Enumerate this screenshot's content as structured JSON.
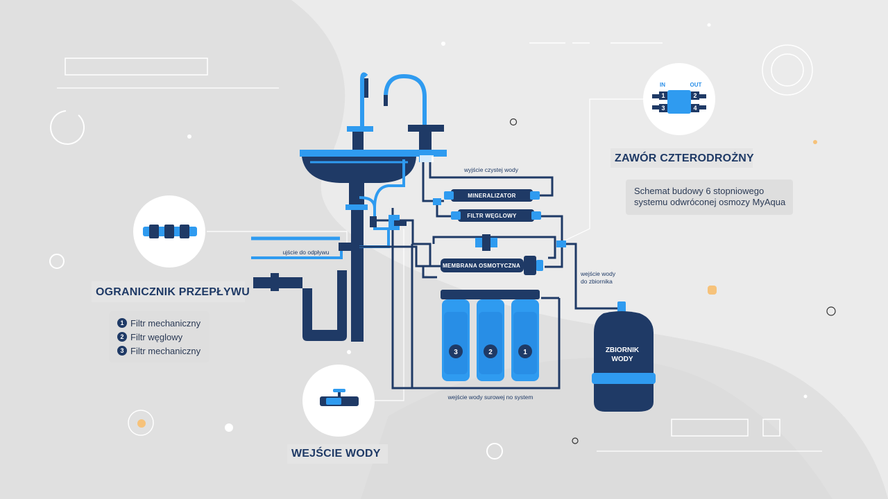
{
  "colors": {
    "background": "#ebebeb",
    "pipe_dark": "#1f3a66",
    "pipe_light": "#2f9bf0",
    "accent_orange": "#f6c27a"
  },
  "labels": {
    "clean_water_out": "wyjście czystej wody",
    "drain_outlet": "ujście do odpływu",
    "tank_inlet_line1": "wejście wody",
    "tank_inlet_line2": "do zbiornika",
    "raw_water_in": "wejście wody surowej no system"
  },
  "units": {
    "mineralizer": "MINERALIZATOR",
    "carbon_filter": "FILTR WĘGLOWY",
    "membrane": "MEMBRANA OSMOTYCZNA",
    "tank_line1": "ZBIORNIK",
    "tank_line2": "WODY"
  },
  "prefilters": [
    "3",
    "2",
    "1"
  ],
  "callouts": {
    "four_way_valve": {
      "title": "ZAWÓR CZTERODROŻNY",
      "in_label": "IN",
      "out_label": "OUT",
      "ports": [
        "1",
        "2",
        "3",
        "4"
      ]
    },
    "flow_limiter": {
      "title": "OGRANICZNIK PRZEPŁYWU",
      "legend": [
        {
          "num": "1",
          "text": "Filtr mechaniczny"
        },
        {
          "num": "2",
          "text": "Filtr węglowy"
        },
        {
          "num": "3",
          "text": "Filtr mechaniczny"
        }
      ]
    },
    "water_inlet": {
      "title": "WEJŚCIE WODY"
    }
  },
  "description": {
    "line1": "Schemat budowy 6 stopniowego",
    "line2": "systemu odwróconej osmozy MyAqua"
  }
}
